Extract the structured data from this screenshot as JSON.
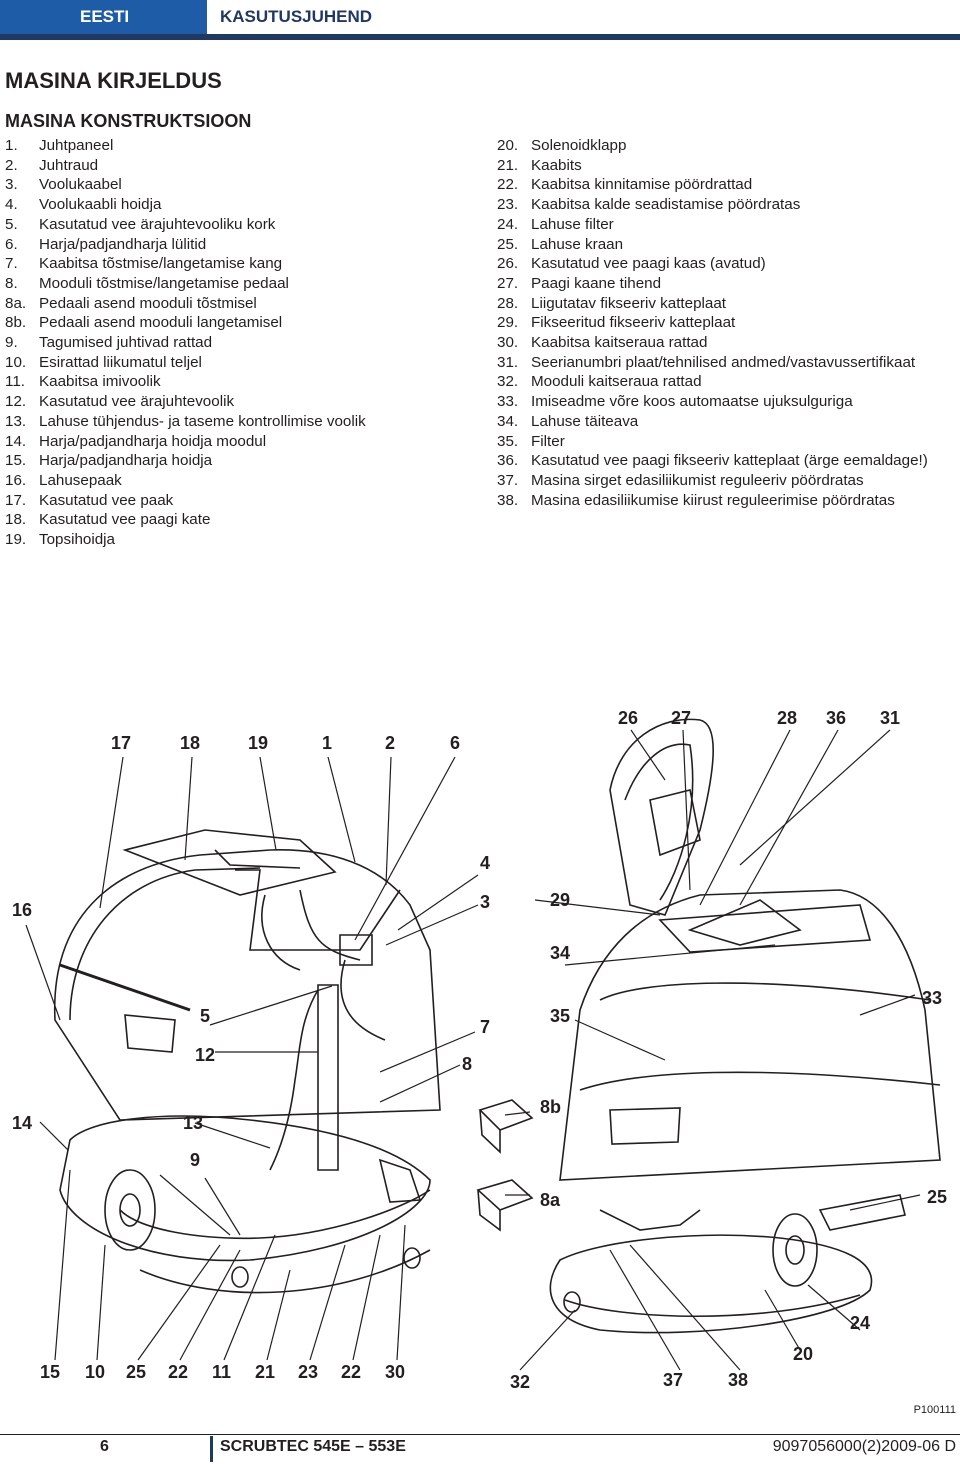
{
  "header": {
    "language": "EESTI",
    "title": "KASUTUSJUHEND"
  },
  "section_title": "MASINA KIRJELDUS",
  "subsection_title": "MASINA KONSTRUKTSIOON",
  "parts_left": [
    {
      "num": "1.",
      "text": "Juhtpaneel"
    },
    {
      "num": "2.",
      "text": "Juhtraud"
    },
    {
      "num": "3.",
      "text": "Voolukaabel"
    },
    {
      "num": "4.",
      "text": "Voolukaabli hoidja"
    },
    {
      "num": "5.",
      "text": "Kasutatud vee ärajuhtevooliku kork"
    },
    {
      "num": "6.",
      "text": "Harja/padjandharja lülitid"
    },
    {
      "num": "7.",
      "text": "Kaabitsa tõstmise/langetamise kang"
    },
    {
      "num": "8.",
      "text": "Mooduli tõstmise/langetamise pedaal"
    },
    {
      "num": "8a.",
      "text": "Pedaali asend mooduli tõstmisel"
    },
    {
      "num": "8b.",
      "text": "Pedaali asend mooduli langetamisel"
    },
    {
      "num": "9.",
      "text": "Tagumised juhtivad rattad"
    },
    {
      "num": "10.",
      "text": "Esirattad liikumatul teljel"
    },
    {
      "num": "11.",
      "text": "Kaabitsa imivoolik"
    },
    {
      "num": "12.",
      "text": "Kasutatud vee ärajuhtevoolik"
    },
    {
      "num": "13.",
      "text": "Lahuse tühjendus- ja taseme kontrollimise voolik"
    },
    {
      "num": "14.",
      "text": "Harja/padjandharja hoidja moodul"
    },
    {
      "num": "15.",
      "text": "Harja/padjandharja hoidja"
    },
    {
      "num": "16.",
      "text": "Lahusepaak"
    },
    {
      "num": "17.",
      "text": "Kasutatud vee paak"
    },
    {
      "num": "18.",
      "text": "Kasutatud vee paagi kate"
    },
    {
      "num": "19.",
      "text": "Topsihoidja"
    }
  ],
  "parts_right": [
    {
      "num": "20.",
      "text": "Solenoidklapp"
    },
    {
      "num": "21.",
      "text": "Kaabits"
    },
    {
      "num": "22.",
      "text": "Kaabitsa kinnitamise pöördrattad"
    },
    {
      "num": "23.",
      "text": "Kaabitsa kalde seadistamise pöördratas"
    },
    {
      "num": "24.",
      "text": "Lahuse filter"
    },
    {
      "num": "25.",
      "text": "Lahuse kraan"
    },
    {
      "num": "26.",
      "text": "Kasutatud vee paagi kaas (avatud)"
    },
    {
      "num": "27.",
      "text": "Paagi kaane tihend"
    },
    {
      "num": "28.",
      "text": "Liigutatav fikseeriv katteplaat"
    },
    {
      "num": "29.",
      "text": "Fikseeritud fikseeriv katteplaat"
    },
    {
      "num": "30.",
      "text": "Kaabitsa kaitseraua rattad"
    },
    {
      "num": "31.",
      "text": "Seerianumbri plaat/tehnilised andmed/vastavussertifikaat"
    },
    {
      "num": "32.",
      "text": "Mooduli kaitseraua rattad"
    },
    {
      "num": "33.",
      "text": "Imiseadme võre koos automaatse ujuksulguriga"
    },
    {
      "num": "34.",
      "text": "Lahuse täiteava"
    },
    {
      "num": "35.",
      "text": "Filter"
    },
    {
      "num": "36.",
      "text": "Kasutatud vee paagi fikseeriv katteplaat (ärge eemaldage!)"
    },
    {
      "num": "37.",
      "text": "Masina sirget edasiliikumist reguleeriv pöördratas"
    },
    {
      "num": "38.",
      "text": "Masina edasiliikumise kiirust reguleerimise pöördratas"
    }
  ],
  "callouts": {
    "c17": "17",
    "c18": "18",
    "c19": "19",
    "c1": "1",
    "c2": "2",
    "c6": "6",
    "c16": "16",
    "c4": "4",
    "c3": "3",
    "c5": "5",
    "c12": "12",
    "c7": "7",
    "c8": "8",
    "c14": "14",
    "c13": "13",
    "c9": "9",
    "c8b": "8b",
    "c8a": "8a",
    "c15": "15",
    "c10": "10",
    "c25a": "25",
    "c22a": "22",
    "c11": "11",
    "c21": "21",
    "c23": "23",
    "c22b": "22",
    "c30": "30",
    "c26": "26",
    "c27": "27",
    "c28": "28",
    "c36": "36",
    "c31": "31",
    "c29": "29",
    "c34": "34",
    "c35": "35",
    "c33": "33",
    "c25b": "25",
    "c24": "24",
    "c20": "20",
    "c32": "32",
    "c37": "37",
    "c38": "38"
  },
  "figure_ref": "P100111",
  "footer": {
    "page": "6",
    "model": "SCRUBTEC 545E – 553E",
    "doc_number": "9097056000(2)2009-06 D"
  }
}
